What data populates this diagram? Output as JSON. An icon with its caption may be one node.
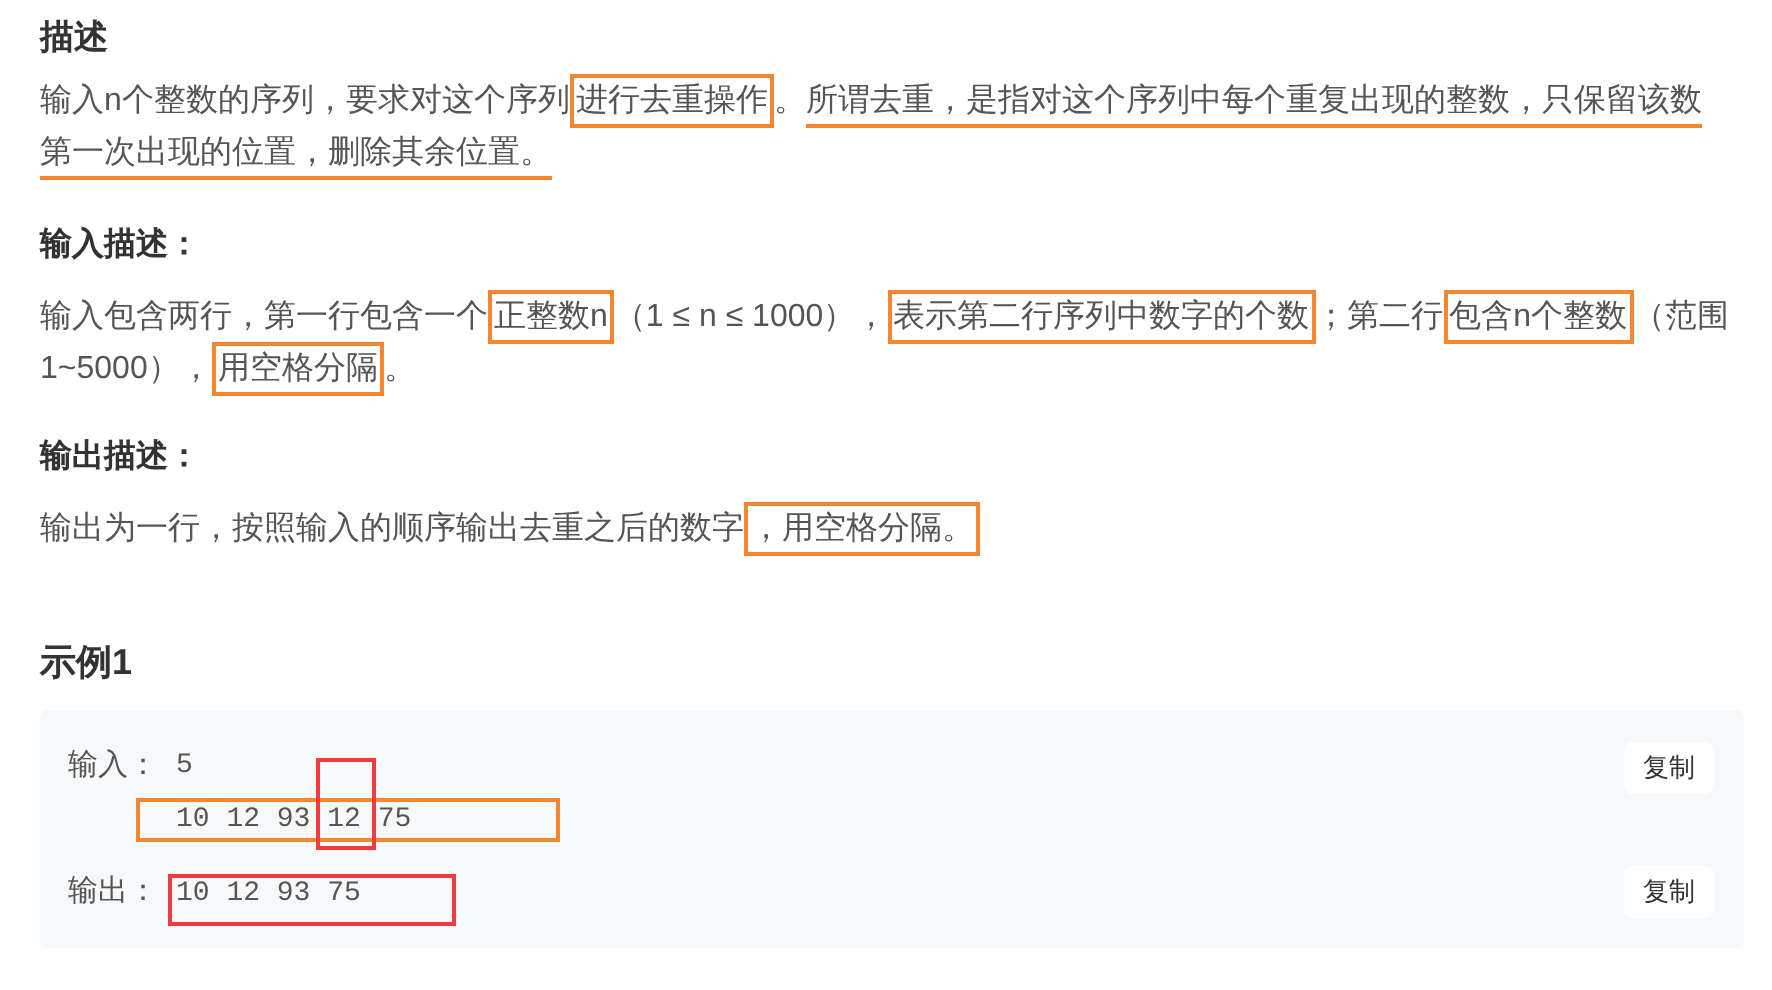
{
  "diagram": {
    "nodes": [
      {
        "text": [
          "进行去重操作"
        ]
      },
      {
        "text": [
          "所谓去重，是指对这个序列中每个重复出现的整数，只保留该数第一次出现的位置，删除其余位置。"
        ]
      },
      {
        "text": [
          "正整数n"
        ]
      },
      {
        "text": [
          "表示第二行序列中数字的个数"
        ]
      },
      {
        "text": [
          "包含n个整数"
        ]
      },
      {
        "text": [
          "用空格分隔"
        ]
      },
      {
        "text": [
          "，用空格分隔。"
        ]
      },
      {
        "text": [],
        "shape": "box"
      },
      {
        "text": [
          "10 12 93 12 75"
        ],
        "in": 7
      },
      {
        "text": [],
        "shape": "box",
        "in": 7
      },
      {
        "text": [
          "10 12 93 75"
        ],
        "in": 7
      }
    ],
    "labels": [
      "描述",
      "输入n个整数的序列，要求对这个序列",
      "。",
      "输入描述：",
      "输入包含两行，第一行包含一个",
      "（1 ≤ n ≤ 1000），",
      "；第二行",
      "（范围1~5000），",
      "。",
      "输出描述：",
      "输出为一行，按照输入的顺序输出去重之后的数字",
      "示例1",
      "输入：",
      "5",
      "复制",
      "输出：",
      "复制"
    ]
  }
}
